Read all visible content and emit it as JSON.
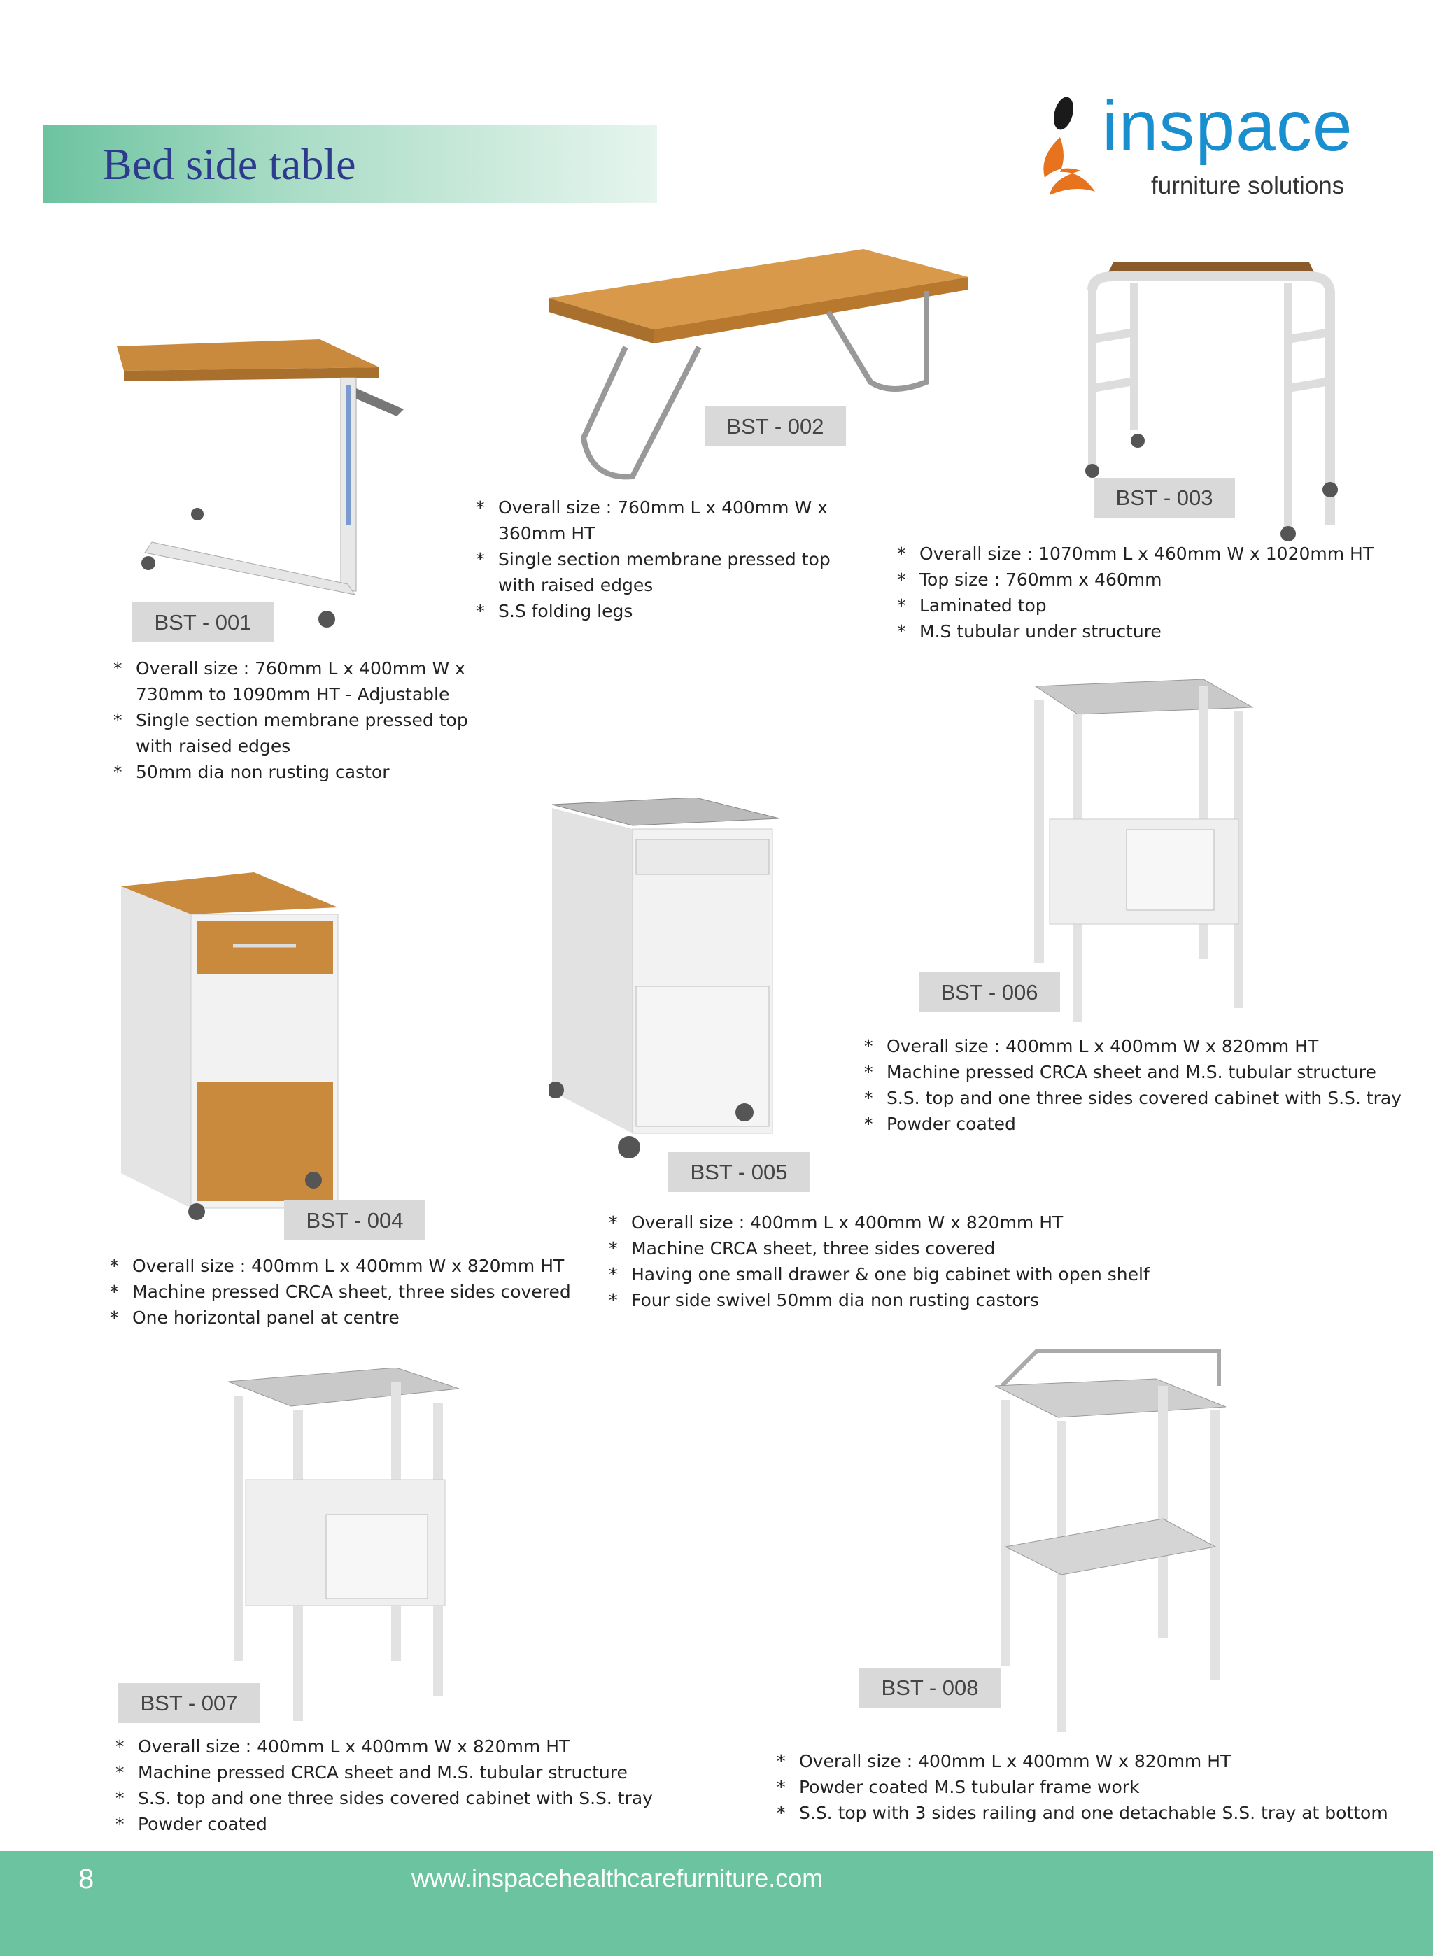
{
  "header": {
    "title": "Bed side table",
    "logo_word": "inspace",
    "logo_tagline": "furniture solutions"
  },
  "colors": {
    "band": "#6cc3a0",
    "title": "#2e3a8c",
    "logo_blue": "#1a8fd0",
    "logo_orange": "#e8731f",
    "wood": "#c98a3e"
  },
  "products": [
    {
      "code": "BST - 001",
      "specs": [
        "Overall size : 760mm L x 400mm W x 730mm to 1090mm HT - Adjustable",
        "Single section membrane pressed top with raised edges",
        "50mm dia non rusting castor"
      ]
    },
    {
      "code": "BST - 002",
      "specs": [
        "Overall size : 760mm L x 400mm W x 360mm HT",
        "Single section membrane pressed top with raised edges",
        "S.S folding legs"
      ]
    },
    {
      "code": "BST - 003",
      "specs": [
        "Overall size : 1070mm L x 460mm W x 1020mm HT",
        "Top size : 760mm x 460mm",
        "Laminated top",
        "M.S tubular under structure"
      ]
    },
    {
      "code": "BST - 004",
      "specs": [
        "Overall size : 400mm L x 400mm W x 820mm HT",
        "Machine pressed CRCA sheet, three sides covered",
        "One horizontal panel at centre"
      ]
    },
    {
      "code": "BST - 005",
      "specs": [
        "Overall size : 400mm L x 400mm W x 820mm HT",
        "Machine CRCA sheet, three sides covered",
        "Having one small drawer & one big cabinet with open shelf",
        "Four side swivel 50mm dia non rusting castors"
      ]
    },
    {
      "code": "BST - 006",
      "specs": [
        "Overall size : 400mm L  x 400mm W x 820mm HT",
        "Machine pressed CRCA sheet and M.S. tubular structure",
        "S.S. top and one three sides covered cabinet with S.S. tray",
        "Powder coated"
      ]
    },
    {
      "code": "BST - 007",
      "specs": [
        "Overall size : 400mm L x 400mm W x 820mm HT",
        "Machine pressed CRCA sheet and M.S. tubular structure",
        "S.S. top and one three sides covered cabinet with S.S. tray",
        "Powder coated"
      ]
    },
    {
      "code": "BST - 008",
      "specs": [
        "Overall size : 400mm L x 400mm W x 820mm HT",
        "Powder coated M.S tubular frame work",
        "S.S. top with 3 sides railing and one detachable S.S. tray at bottom"
      ]
    }
  ],
  "footer": {
    "page_number": "8",
    "website": "www.inspacehealthcarefurniture.com"
  }
}
